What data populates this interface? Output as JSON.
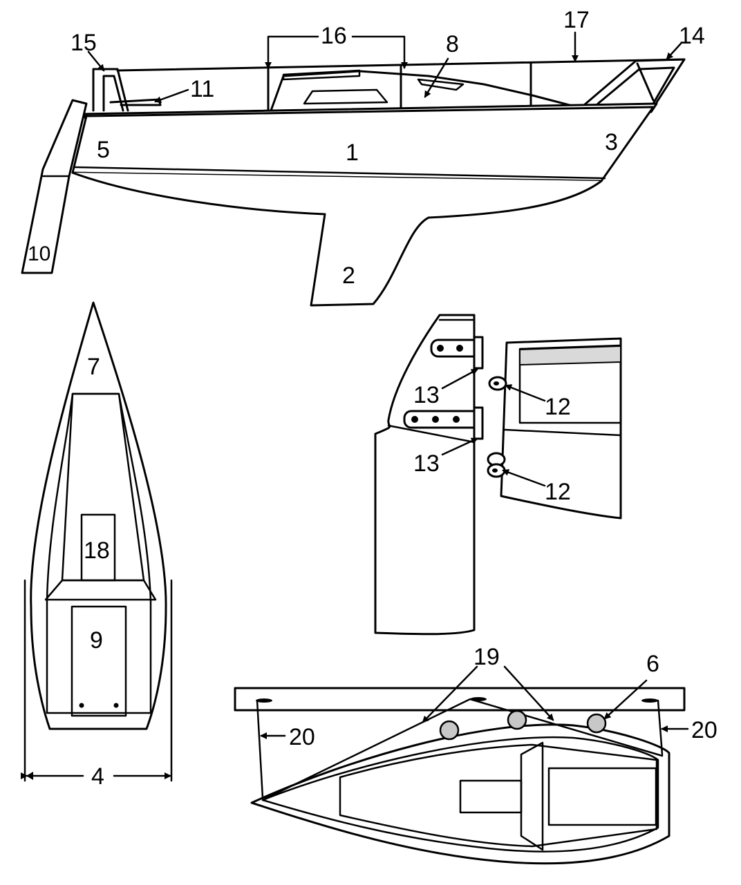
{
  "labels": {
    "hull": "1",
    "keel": "2",
    "bow": "3",
    "beam": "4",
    "stern": "5",
    "fenders": "6",
    "foredeck": "7",
    "cabin": "8",
    "cockpit": "9",
    "rudder_side": "10",
    "tiller": "11",
    "gudgeons_upper": "12",
    "gudgeons_lower": "12",
    "pintles_upper": "13",
    "pintles_lower": "13",
    "bow_pulpit": "14",
    "stern_pulpit": "15",
    "stanchions": "16",
    "lifelines": "17",
    "companionway": "18",
    "fenderboards": "19",
    "dock_lines_left": "20",
    "dock_lines_right": "20"
  },
  "colors": {
    "stroke": "#000000",
    "background": "#ffffff",
    "window_tint": "#d9d9d9",
    "fender": "#c8c8c8"
  }
}
